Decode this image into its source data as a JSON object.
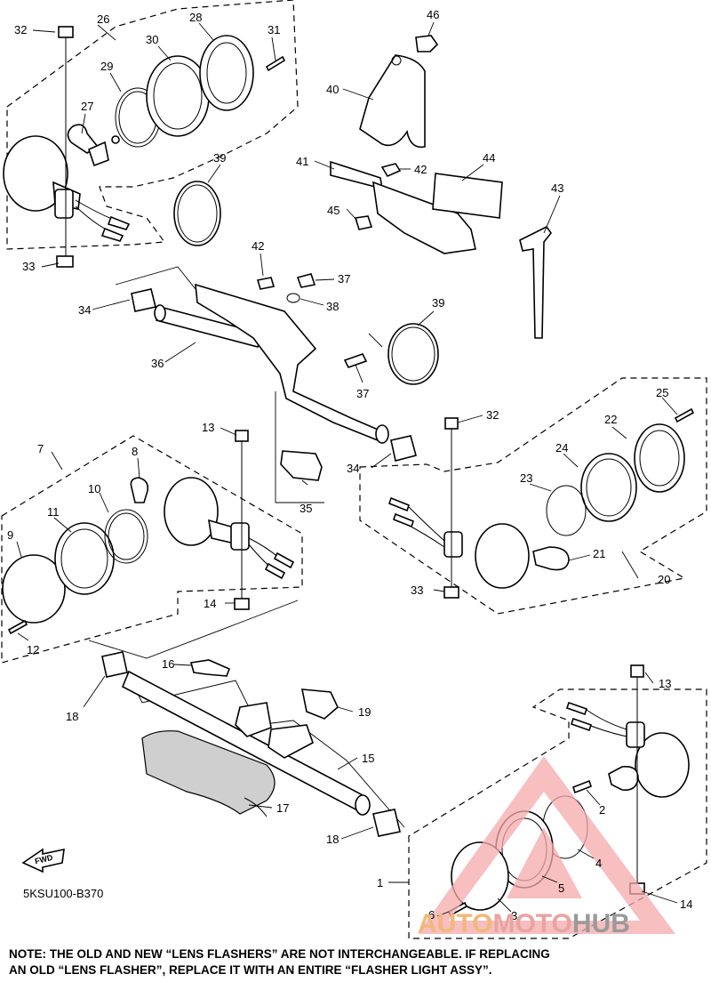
{
  "diagram": {
    "code": "5KSU100-B370",
    "note_line1": "NOTE: THE OLD AND NEW “LENS FLASHERS” ARE NOT INTERCHANGEABLE. IF REPLACING",
    "note_line2": "AN OLD “LENS FLASHER”, REPLACE IT WITH AN ENTIRE “FLASHER LIGHT ASSY”.",
    "fwd_label": "FWD",
    "watermark": {
      "part1": "AUTO",
      "part2": "MOTO",
      "part3": "HUB"
    },
    "watermark_colors": {
      "orange": "#f2b87a",
      "pink": "#e9a3a3",
      "gray": "#9a9a9a"
    },
    "callouts": {
      "c32a": "32",
      "c26": "26",
      "c28": "28",
      "c30": "30",
      "c31": "31",
      "c29": "29",
      "c27": "27",
      "c46": "46",
      "c40": "40",
      "c41": "41",
      "c42a": "42",
      "c44": "44",
      "c39a": "39",
      "c45": "45",
      "c43": "43",
      "c33a": "33",
      "c42b": "42",
      "c37a": "37",
      "c34a": "34",
      "c38": "38",
      "c39b": "39",
      "c36": "36",
      "c37b": "37",
      "c25": "25",
      "c22": "22",
      "c13a": "13",
      "c32b": "32",
      "c7": "7",
      "c8": "8",
      "c24": "24",
      "c34b": "34",
      "c23": "23",
      "c10": "10",
      "c11": "11",
      "c35": "35",
      "c9": "9",
      "c21": "21",
      "c33b": "33",
      "c20": "20",
      "c14a": "14",
      "c12": "12",
      "c16": "16",
      "c13b": "13",
      "c19": "19",
      "c18a": "18",
      "c15": "15",
      "c2": "2",
      "c17": "17",
      "c18b": "18",
      "c4": "4",
      "c1": "1",
      "c5": "5",
      "c6": "6",
      "c3": "3",
      "c14b": "14"
    }
  }
}
